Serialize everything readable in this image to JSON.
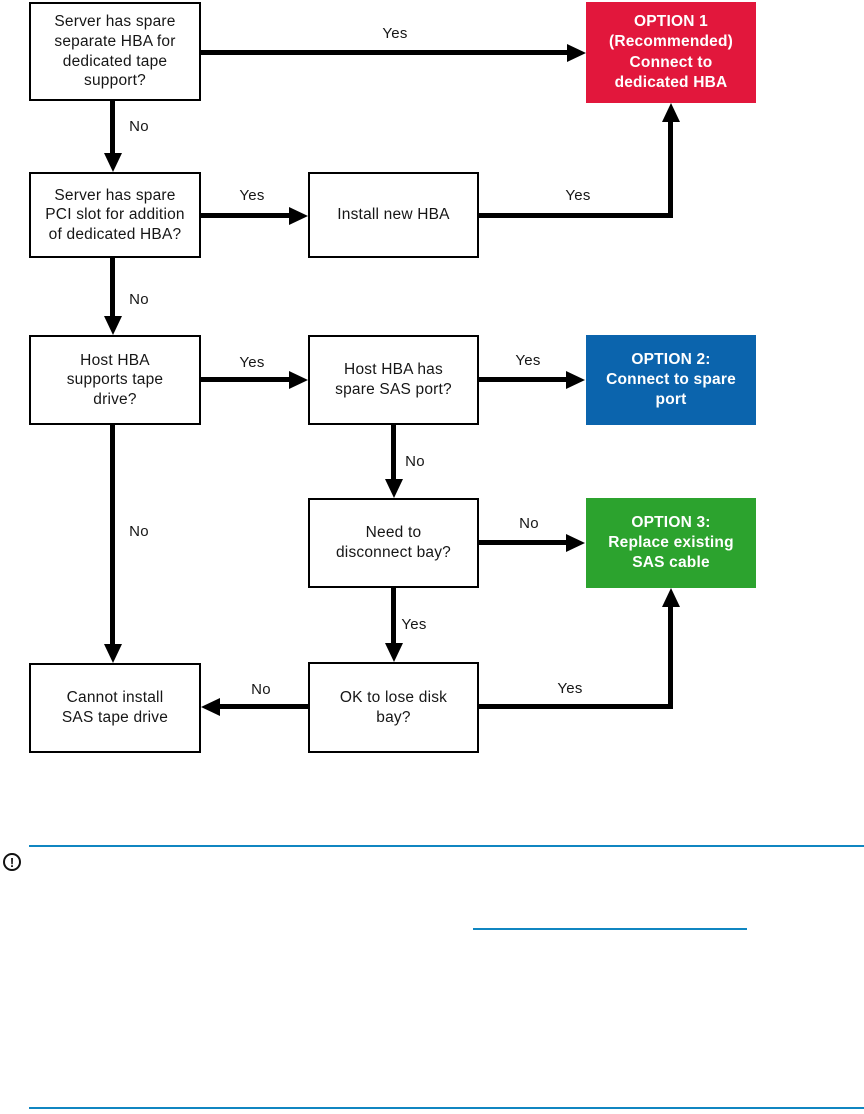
{
  "colors": {
    "option1_red": "#e2173c",
    "option2_blue": "#0b64ad",
    "option3_green": "#2ca32e",
    "rule_blue": "#1086c1"
  },
  "flowchart": {
    "nodes": {
      "q_spare_hba": "Server has spare\nseparate HBA for\ndedicated tape\nsupport?",
      "option1": "OPTION 1\n(Recommended)\nConnect to\ndedicated HBA",
      "q_pci_slot": "Server has spare\nPCI slot for addition\nof dedicated HBA?",
      "install_hba": "Install new HBA",
      "q_hba_tape": "Host HBA\nsupports tape\ndrive?",
      "q_spare_port": "Host HBA has\nspare SAS port?",
      "option2": "OPTION 2:\nConnect to spare\nport",
      "q_disconnect": "Need to\ndisconnect bay?",
      "option3": "OPTION 3:\nReplace existing\nSAS cable",
      "q_lose_bay": "OK to lose disk\nbay?",
      "cannot_install": "Cannot install\nSAS tape drive"
    },
    "edge_labels": {
      "spare_hba_yes": "Yes",
      "spare_hba_no": "No",
      "pci_yes": "Yes",
      "install_yes": "Yes",
      "pci_no": "No",
      "hba_tape_yes": "Yes",
      "spare_port_yes": "Yes",
      "spare_port_no": "No",
      "disconnect_no": "No",
      "disconnect_yes": "Yes",
      "hba_tape_no": "No",
      "lose_bay_no": "No",
      "lose_bay_yes": "Yes"
    }
  },
  "notice": {
    "symbol": "!"
  }
}
